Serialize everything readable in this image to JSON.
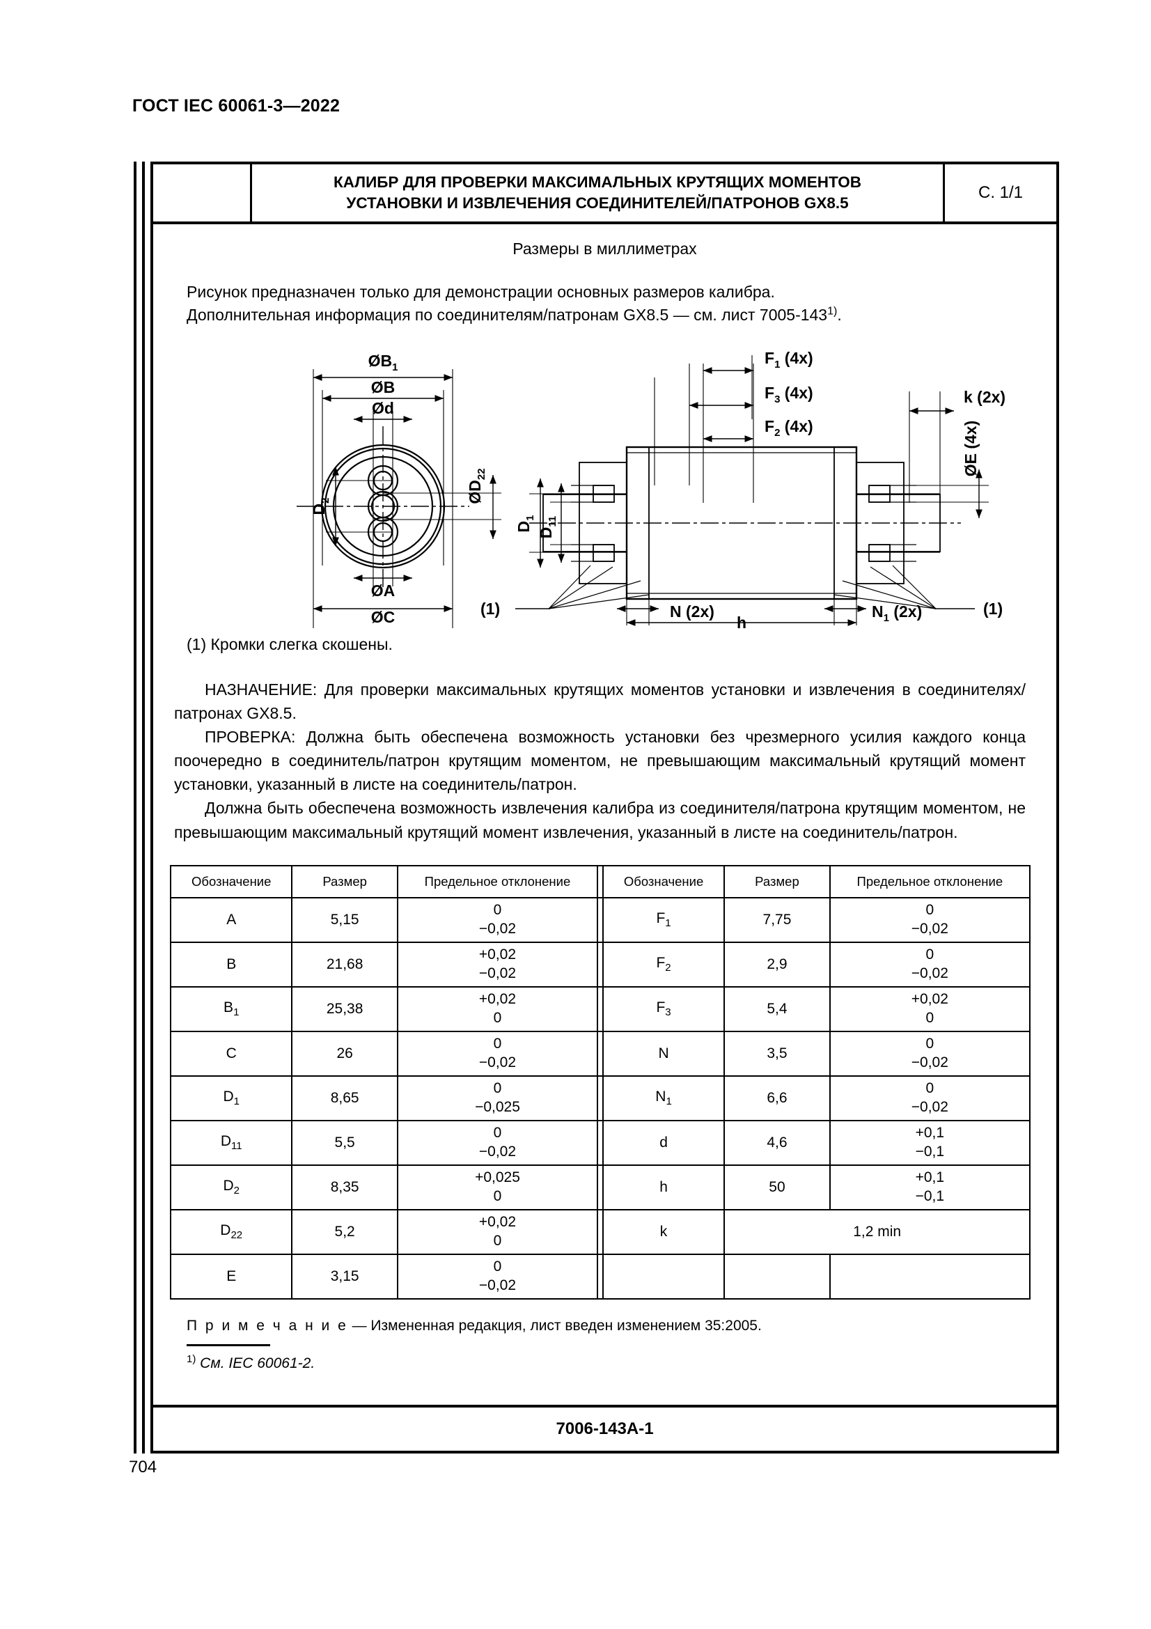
{
  "document": {
    "running_head": "ГОСТ IEC 60061-3—2022",
    "page_number": "704"
  },
  "title_block": {
    "title_line1": "КАЛИБР ДЛЯ ПРОВЕРКИ МАКСИМАЛЬНЫХ КРУТЯЩИХ МОМЕНТОВ",
    "title_line2": "УСТАНОВКИ И ИЗВЛЕЧЕНИЯ СОЕДИНИТЕЛЕЙ/ПАТРОНОВ GX8.5",
    "page_label": "С. 1/1"
  },
  "sheet": {
    "units_note": "Размеры в миллиметрах",
    "intro_line1": "Рисунок предназначен только для демонстрации основных размеров калибра.",
    "intro_line2_a": "Дополнительная информация по соединителям/патронам GX8.5 — см. лист 7005-143",
    "intro_line2_sup": "1)",
    "intro_line2_b": ".",
    "edges_note": "(1) Кромки слегка скошены.",
    "purpose": "НАЗНАЧЕНИЕ: Для проверки максимальных крутящих моментов установки и извлечения в соединителях/патронах GX8.5.",
    "check": "ПРОВЕРКА: Должна быть обеспечена возможность установки без чрезмерного усилия каждого конца поочередно в соединитель/патрон крутящим моментом, не превышающим максимальный крутящий момент установки, указанный в листе на соединитель/патрон.",
    "check2": "Должна быть обеспечена возможность извлечения калибра из соединителя/патрона крутящим моментом, не превышающим максимальный крутящий момент извлечения, указанный в листе на соединитель/патрон.",
    "note_label": "П р и м е ч а н и е",
    "note_text": " — Измененная редакция, лист введен изменением 35:2005.",
    "footnote_sup": "1)",
    "footnote_text": " См. IEC 60061-2.",
    "sheet_code": "7006-143A-1"
  },
  "drawing": {
    "labels": {
      "b1": "ØB",
      "b1_sub": "1",
      "b": "ØB",
      "d": "Ød",
      "d22": "ØD",
      "d22_sub": "22",
      "d2": "D",
      "d2_sub": "2",
      "a": "ØA",
      "c": "ØC",
      "f1": "F",
      "f1_sub": "1",
      "f1_qty": " (4x)",
      "f3": "F",
      "f3_sub": "3",
      "f3_qty": " (4x)",
      "f2": "F",
      "f2_sub": "2",
      "f2_qty": " (4x)",
      "k": "k (2x)",
      "e": "ØE (4x)",
      "d1": "D",
      "d1_sub": "1",
      "d11": "D",
      "d11_sub": "11",
      "n": "N (2x)",
      "n1": "N",
      "n1_sub": "1",
      "n1_qty": " (2x)",
      "h": "h",
      "callout_left": "(1)",
      "callout_right": "(1)"
    }
  },
  "table": {
    "headers": [
      "Обозначение",
      "Размер",
      "Предельное отклонение",
      "Обозначение",
      "Размер",
      "Предельное отклонение"
    ],
    "rows": [
      {
        "sym": "A",
        "sym_sub": "",
        "size": "5,15",
        "tol_top": "0",
        "tol_bot": "−0,02",
        "sym2": "F",
        "sym2_sub": "1",
        "size2": "7,75",
        "tol2_top": "0",
        "tol2_bot": "−0,02",
        "span2": false
      },
      {
        "sym": "B",
        "sym_sub": "",
        "size": "21,68",
        "tol_top": "+0,02",
        "tol_bot": "−0,02",
        "sym2": "F",
        "sym2_sub": "2",
        "size2": "2,9",
        "tol2_top": "0",
        "tol2_bot": "−0,02",
        "span2": false
      },
      {
        "sym": "B",
        "sym_sub": "1",
        "size": "25,38",
        "tol_top": "+0,02",
        "tol_bot": "0",
        "sym2": "F",
        "sym2_sub": "3",
        "size2": "5,4",
        "tol2_top": "+0,02",
        "tol2_bot": "0",
        "span2": false
      },
      {
        "sym": "C",
        "sym_sub": "",
        "size": "26",
        "tol_top": "0",
        "tol_bot": "−0,02",
        "sym2": "N",
        "sym2_sub": "",
        "size2": "3,5",
        "tol2_top": "0",
        "tol2_bot": "−0,02",
        "span2": false
      },
      {
        "sym": "D",
        "sym_sub": "1",
        "size": "8,65",
        "tol_top": "0",
        "tol_bot": "−0,025",
        "sym2": "N",
        "sym2_sub": "1",
        "size2": "6,6",
        "tol2_top": "0",
        "tol2_bot": "−0,02",
        "span2": false
      },
      {
        "sym": "D",
        "sym_sub": "11",
        "size": "5,5",
        "tol_top": "0",
        "tol_bot": "−0,02",
        "sym2": "d",
        "sym2_sub": "",
        "size2": "4,6",
        "tol2_top": "+0,1",
        "tol2_bot": "−0,1",
        "span2": false
      },
      {
        "sym": "D",
        "sym_sub": "2",
        "size": "8,35",
        "tol_top": "+0,025",
        "tol_bot": "0",
        "sym2": "h",
        "sym2_sub": "",
        "size2": "50",
        "tol2_top": "+0,1",
        "tol2_bot": "−0,1",
        "span2": false
      },
      {
        "sym": "D",
        "sym_sub": "22",
        "size": "5,2",
        "tol_top": "+0,02",
        "tol_bot": "0",
        "sym2": "k",
        "sym2_sub": "",
        "size2": "1,2 min",
        "tol2_top": "",
        "tol2_bot": "",
        "span2": true
      },
      {
        "sym": "E",
        "sym_sub": "",
        "size": "3,15",
        "tol_top": "0",
        "tol_bot": "−0,02",
        "sym2": "",
        "sym2_sub": "",
        "size2": "",
        "tol2_top": "",
        "tol2_bot": "",
        "span2": false,
        "empty2": true
      }
    ]
  }
}
